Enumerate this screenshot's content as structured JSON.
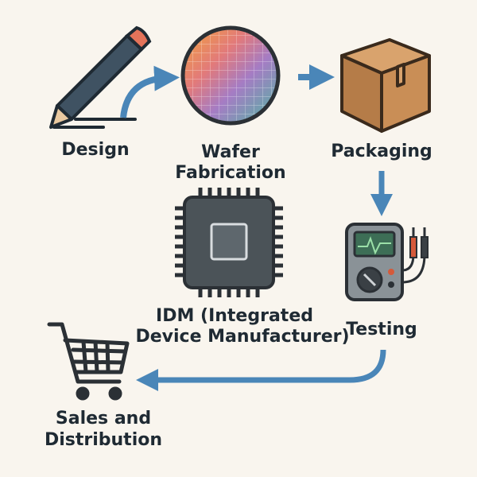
{
  "title": "Semiconductor supply chain",
  "steps": {
    "design": "Design",
    "wafer_line1": "Wafer",
    "wafer_line2": "Fabrication",
    "packaging": "Packaging",
    "idm_line1": "IDM (Integrated",
    "idm_line2": "Device Manufacturer)",
    "testing": "Testing",
    "sales_line1": "Sales and",
    "sales_line2": "Distribution"
  },
  "colors": {
    "arrow": "#4a86b8",
    "text": "#1f2a33",
    "box": "#b98352",
    "chip": "#4b5358"
  }
}
